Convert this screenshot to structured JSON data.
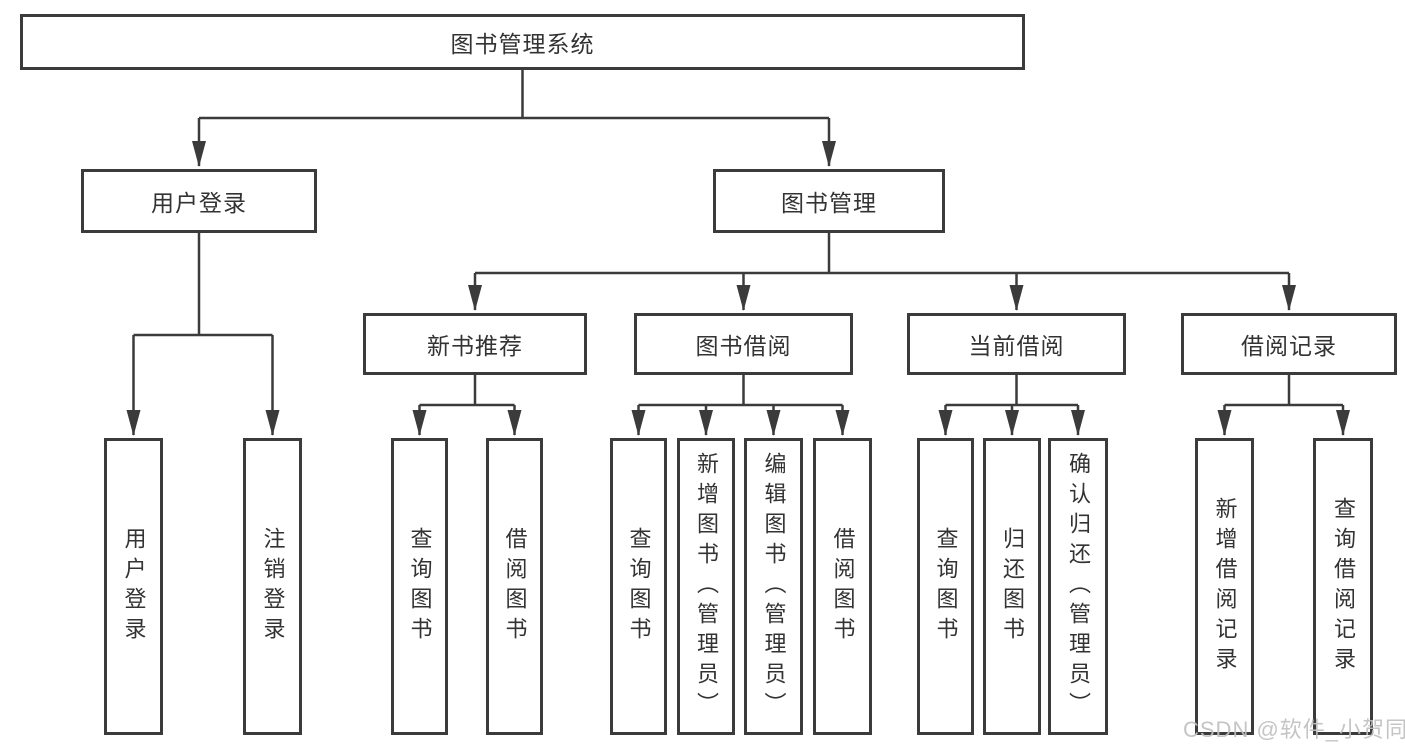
{
  "tree": {
    "root": {
      "label": "图书管理系统"
    },
    "branches": [
      {
        "label": "用户登录",
        "children": [
          {
            "label": "用户登录"
          },
          {
            "label": "注销登录"
          }
        ]
      },
      {
        "label": "图书管理",
        "children": [
          {
            "label": "新书推荐",
            "children": [
              {
                "label": "查询图书"
              },
              {
                "label": "借阅图书"
              }
            ]
          },
          {
            "label": "图书借阅",
            "children": [
              {
                "label": "查询图书"
              },
              {
                "label": "新增图书（管理员）"
              },
              {
                "label": "编辑图书（管理员）"
              },
              {
                "label": "借阅图书"
              }
            ]
          },
          {
            "label": "当前借阅",
            "children": [
              {
                "label": "查询图书"
              },
              {
                "label": "归还图书"
              },
              {
                "label": "确认归还（管理员）"
              }
            ]
          },
          {
            "label": "借阅记录",
            "children": [
              {
                "label": "新增借阅记录"
              },
              {
                "label": "查询借阅记录"
              }
            ]
          }
        ]
      }
    ]
  },
  "watermark": {
    "text": "CSDN @软件_小贺同学"
  },
  "colors": {
    "line": "#3b3b3b",
    "text": "#333333",
    "watermark": "#c0c0c0"
  }
}
